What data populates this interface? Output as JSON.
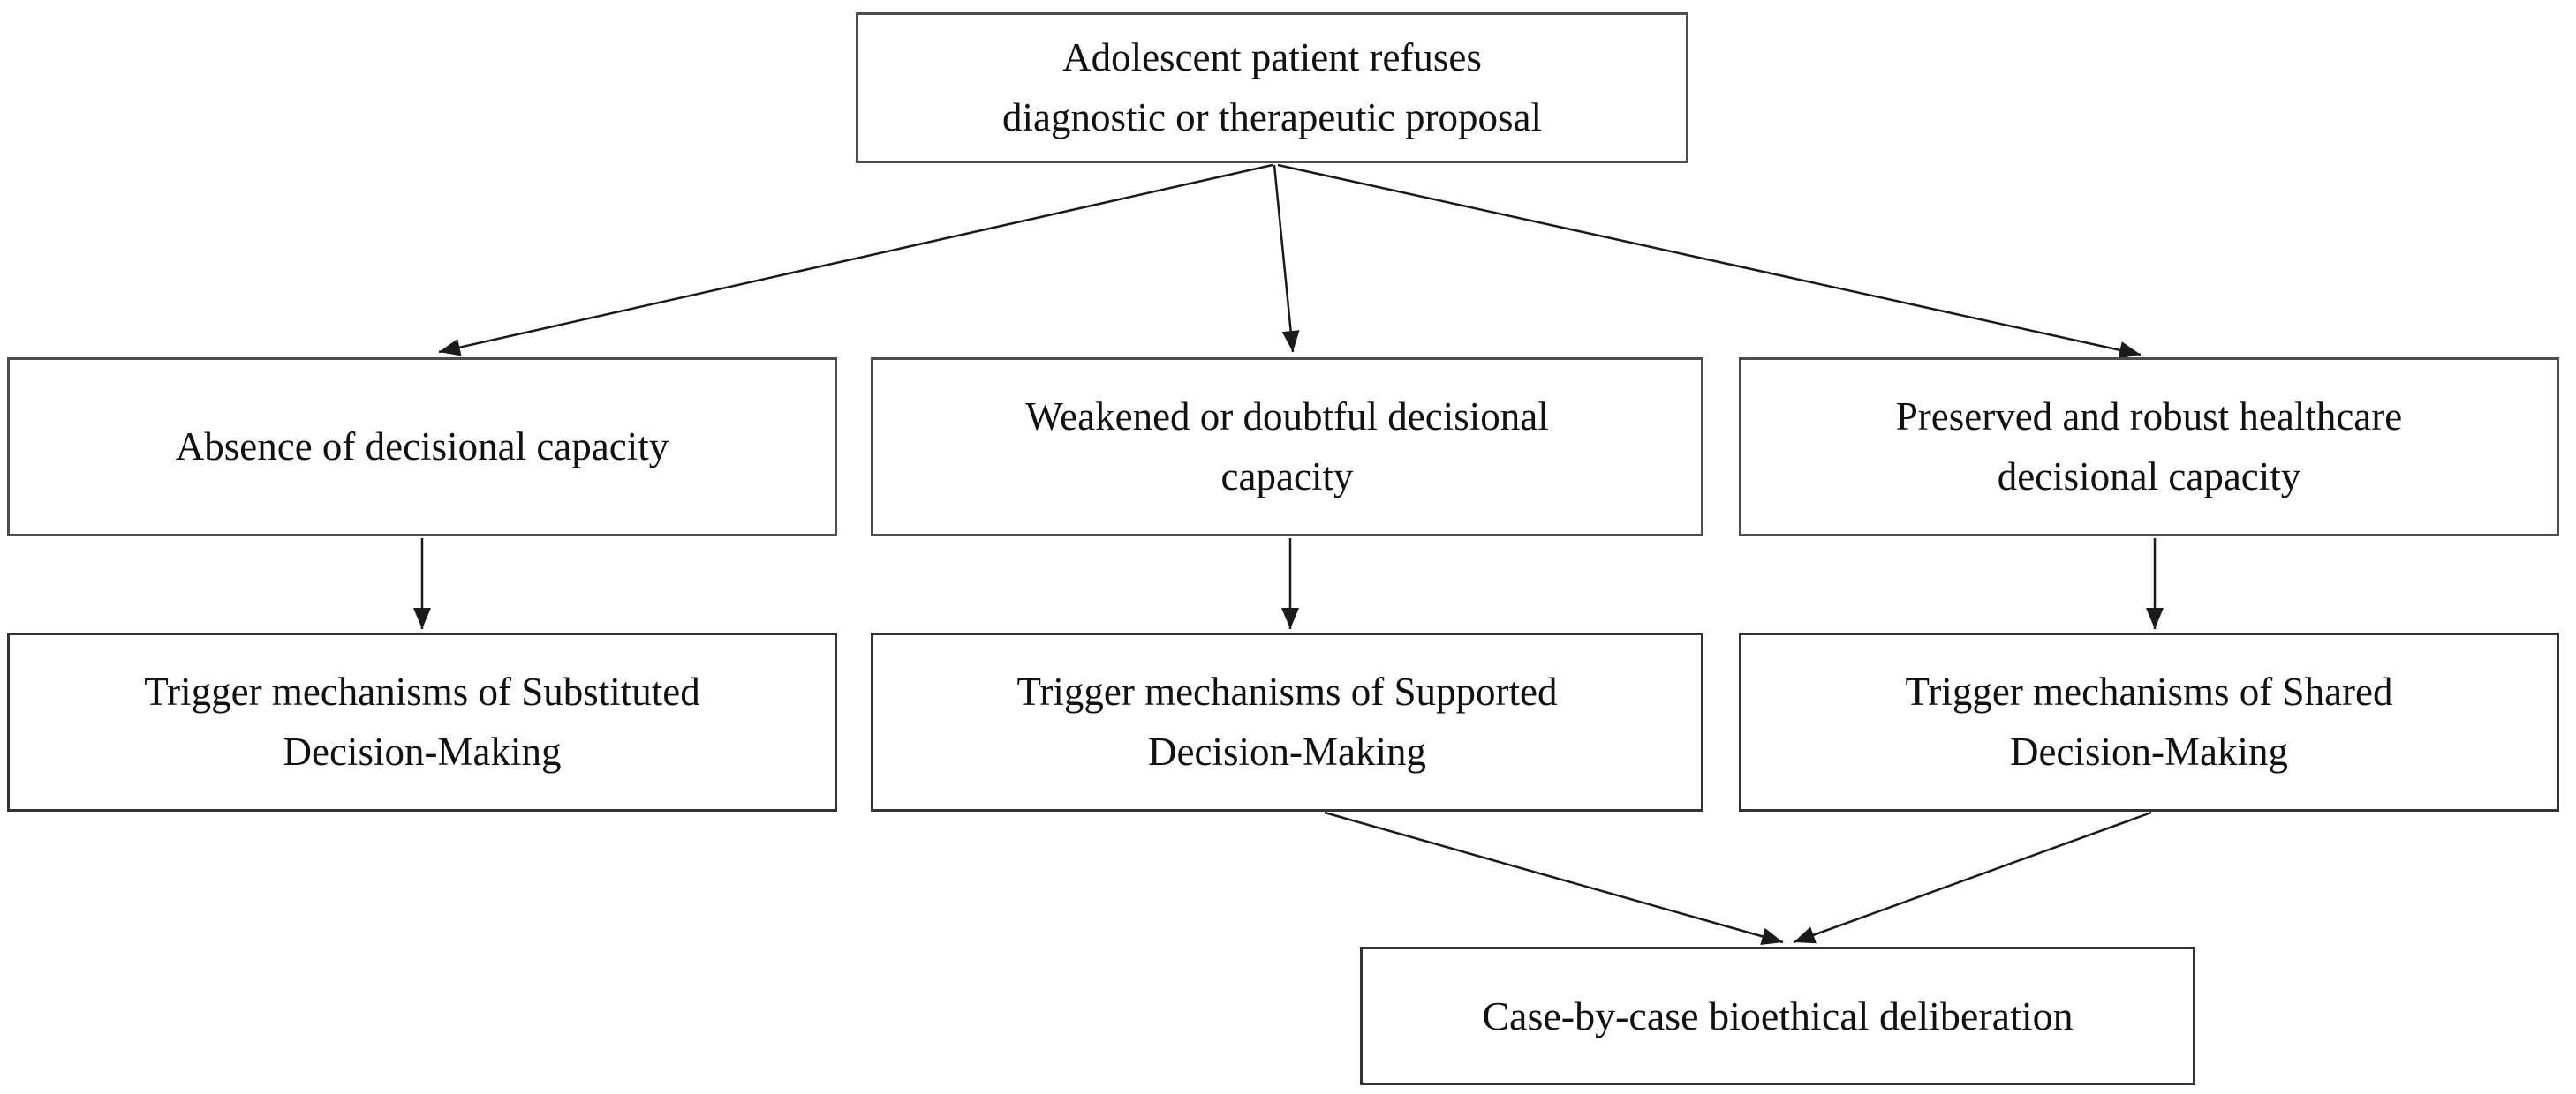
{
  "diagram": {
    "background_color": "#ffffff",
    "box_border_color": "#4d4d4d",
    "text_color": "#111111",
    "arrow_color": "#1a1a1a",
    "nodes": {
      "root": {
        "lines": [
          "Adolescent patient refuses",
          "diagnostic or therapeutic proposal"
        ],
        "label": "Adolescent patient refuses diagnostic or therapeutic proposal"
      },
      "absence": {
        "lines": [
          "Absence of decisional capacity"
        ],
        "label": "Absence of decisional capacity"
      },
      "weakened": {
        "lines": [
          "Weakened or doubtful decisional",
          "capacity"
        ],
        "label": "Weakened or doubtful decisional capacity"
      },
      "preserved": {
        "lines": [
          "Preserved and robust healthcare",
          "decisional capacity"
        ],
        "label": "Preserved and robust healthcare decisional capacity"
      },
      "substituted": {
        "lines": [
          "Trigger mechanisms of Substituted",
          "Decision-Making"
        ],
        "label": "Trigger mechanisms of Substituted Decision-Making"
      },
      "supported": {
        "lines": [
          "Trigger mechanisms of Supported",
          "Decision-Making"
        ],
        "label": "Trigger mechanisms of Supported Decision-Making"
      },
      "shared": {
        "lines": [
          "Trigger mechanisms of Shared",
          "Decision-Making"
        ],
        "label": "Trigger mechanisms of Shared Decision-Making"
      },
      "deliberation": {
        "lines": [
          "Case-by-case bioethical deliberation"
        ],
        "label": "Case-by-case bioethical deliberation"
      }
    },
    "edges": [
      {
        "from": "root",
        "to": "absence"
      },
      {
        "from": "root",
        "to": "weakened"
      },
      {
        "from": "root",
        "to": "preserved"
      },
      {
        "from": "absence",
        "to": "substituted"
      },
      {
        "from": "weakened",
        "to": "supported"
      },
      {
        "from": "preserved",
        "to": "shared"
      },
      {
        "from": "supported",
        "to": "deliberation"
      },
      {
        "from": "shared",
        "to": "deliberation"
      }
    ]
  }
}
